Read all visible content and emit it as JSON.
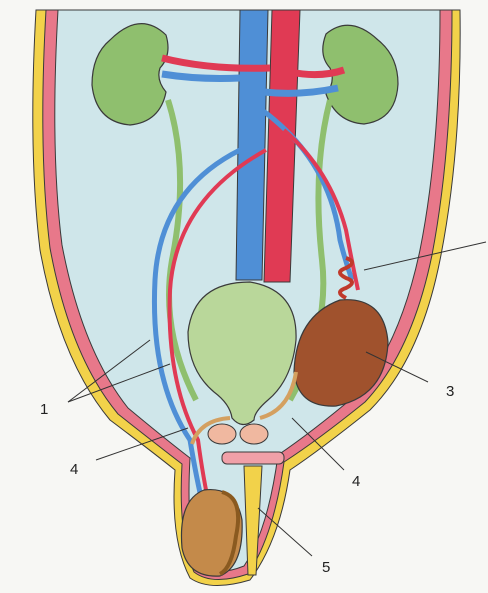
{
  "labels": {
    "l1": "1",
    "l3": "3",
    "l4a": "4",
    "l4b": "4",
    "l5": "5"
  },
  "colors": {
    "body_fill": "#cfe6ea",
    "yellow_layer": "#f2d24a",
    "pink_layer": "#e8788a",
    "kidney": "#8fbf6e",
    "vein": "#4f8fd6",
    "artery": "#e03a54",
    "bladder": "#b9d79a",
    "testis_right": "#a0522d",
    "testis_lower": "#c48a4a",
    "prostate": "#f0b8a0",
    "outline": "#3a3a3a"
  }
}
